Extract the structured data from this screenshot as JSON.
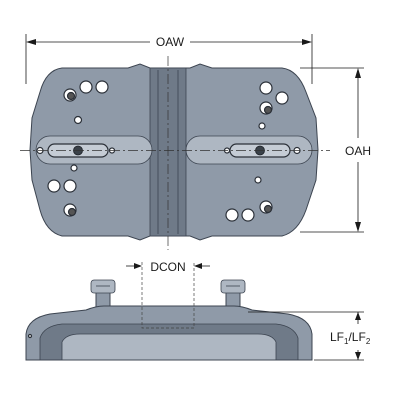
{
  "dimensions": {
    "overall_width": "OAW",
    "overall_height": "OAH",
    "connection_diameter": "DCON",
    "functional_length_main": "LF",
    "functional_length_sub_1": "1",
    "functional_length_separator": "/LF",
    "functional_length_sub_2": "2"
  },
  "colors": {
    "body": "#8f9aa8",
    "outline": "#3c4450",
    "dimension": "#1a1a1a"
  }
}
